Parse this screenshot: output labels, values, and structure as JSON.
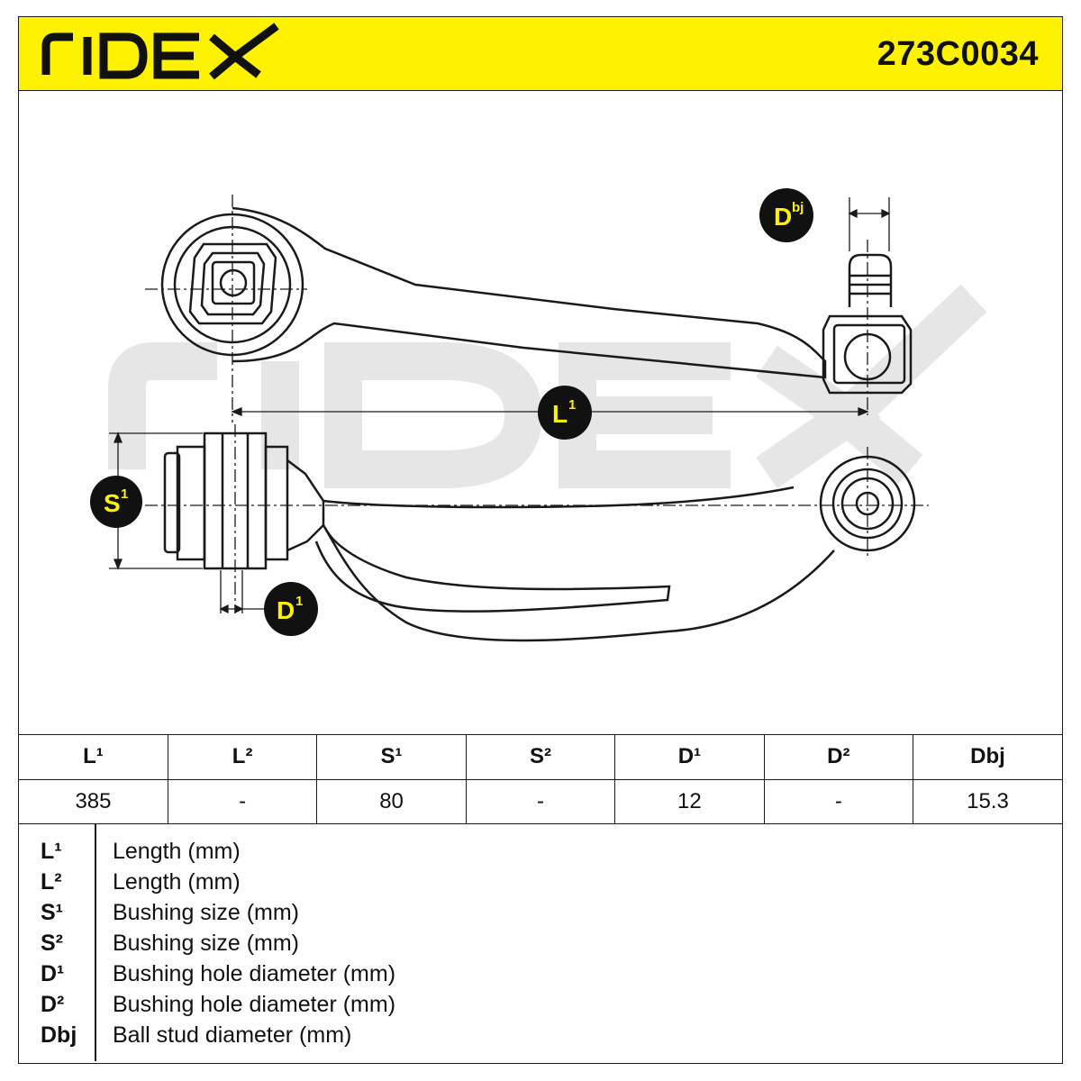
{
  "header": {
    "brand": "RIDEX",
    "part_number": "273C0034"
  },
  "drawing": {
    "labels": {
      "dbj": "Dbj",
      "l1": "L¹",
      "s1": "S¹",
      "d1": "D¹"
    },
    "watermark": "RIDEX"
  },
  "spec_table": {
    "headers": [
      "L¹",
      "L²",
      "S¹",
      "S²",
      "D¹",
      "D²",
      "Dbj"
    ],
    "values": [
      "385",
      "-",
      "80",
      "-",
      "12",
      "-",
      "15.3"
    ]
  },
  "legend": [
    {
      "symbol": "L¹",
      "description": "Length (mm)"
    },
    {
      "symbol": "L²",
      "description": "Length (mm)"
    },
    {
      "symbol": "S¹",
      "description": "Bushing size (mm)"
    },
    {
      "symbol": "S²",
      "description": "Bushing size (mm)"
    },
    {
      "symbol": "D¹",
      "description": "Bushing hole diameter (mm)"
    },
    {
      "symbol": "D²",
      "description": "Bushing hole diameter (mm)"
    },
    {
      "symbol": "Dbj",
      "description": "Ball stud diameter (mm)"
    }
  ],
  "colors": {
    "accent_yellow": "#fff200",
    "line": "#1a1a1a",
    "watermark_gray": "#e6e6e6"
  }
}
